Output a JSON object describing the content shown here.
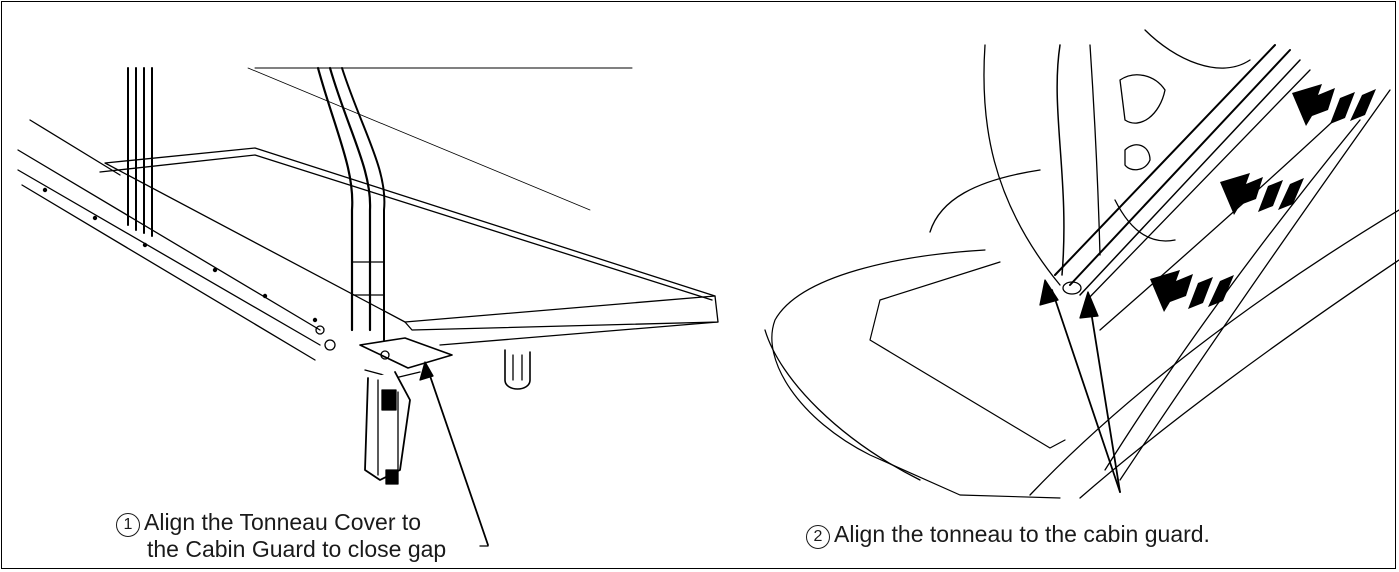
{
  "steps": [
    {
      "number": "1",
      "line1": "Align the Tonneau Cover to",
      "line2": "the Cabin Guard to close gap"
    },
    {
      "number": "2",
      "line1": "Align the tonneau to the cabin guard."
    }
  ]
}
